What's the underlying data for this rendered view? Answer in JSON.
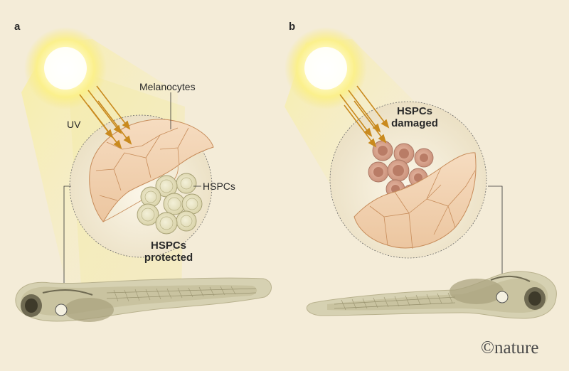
{
  "panels": {
    "a": {
      "letter": "a",
      "uv_label": "UV",
      "melanocytes_label": "Melanocytes",
      "hspcs_label": "HSPCs",
      "status_line1": "HSPCs",
      "status_line2": "protected"
    },
    "b": {
      "letter": "b",
      "status_line1": "HSPCs",
      "status_line2": "damaged"
    }
  },
  "credit": "©nature",
  "colors": {
    "background": "#f4ecd8",
    "sun": "#fff6a8",
    "uv_beam": "#f7eeb0",
    "melanocyte": "#f2d4b4",
    "hspc_protected": "#e9e4c2",
    "hspc_damaged": "#d9a58e",
    "arrow": "#c98a1e",
    "fish": "#c9c3a3"
  }
}
